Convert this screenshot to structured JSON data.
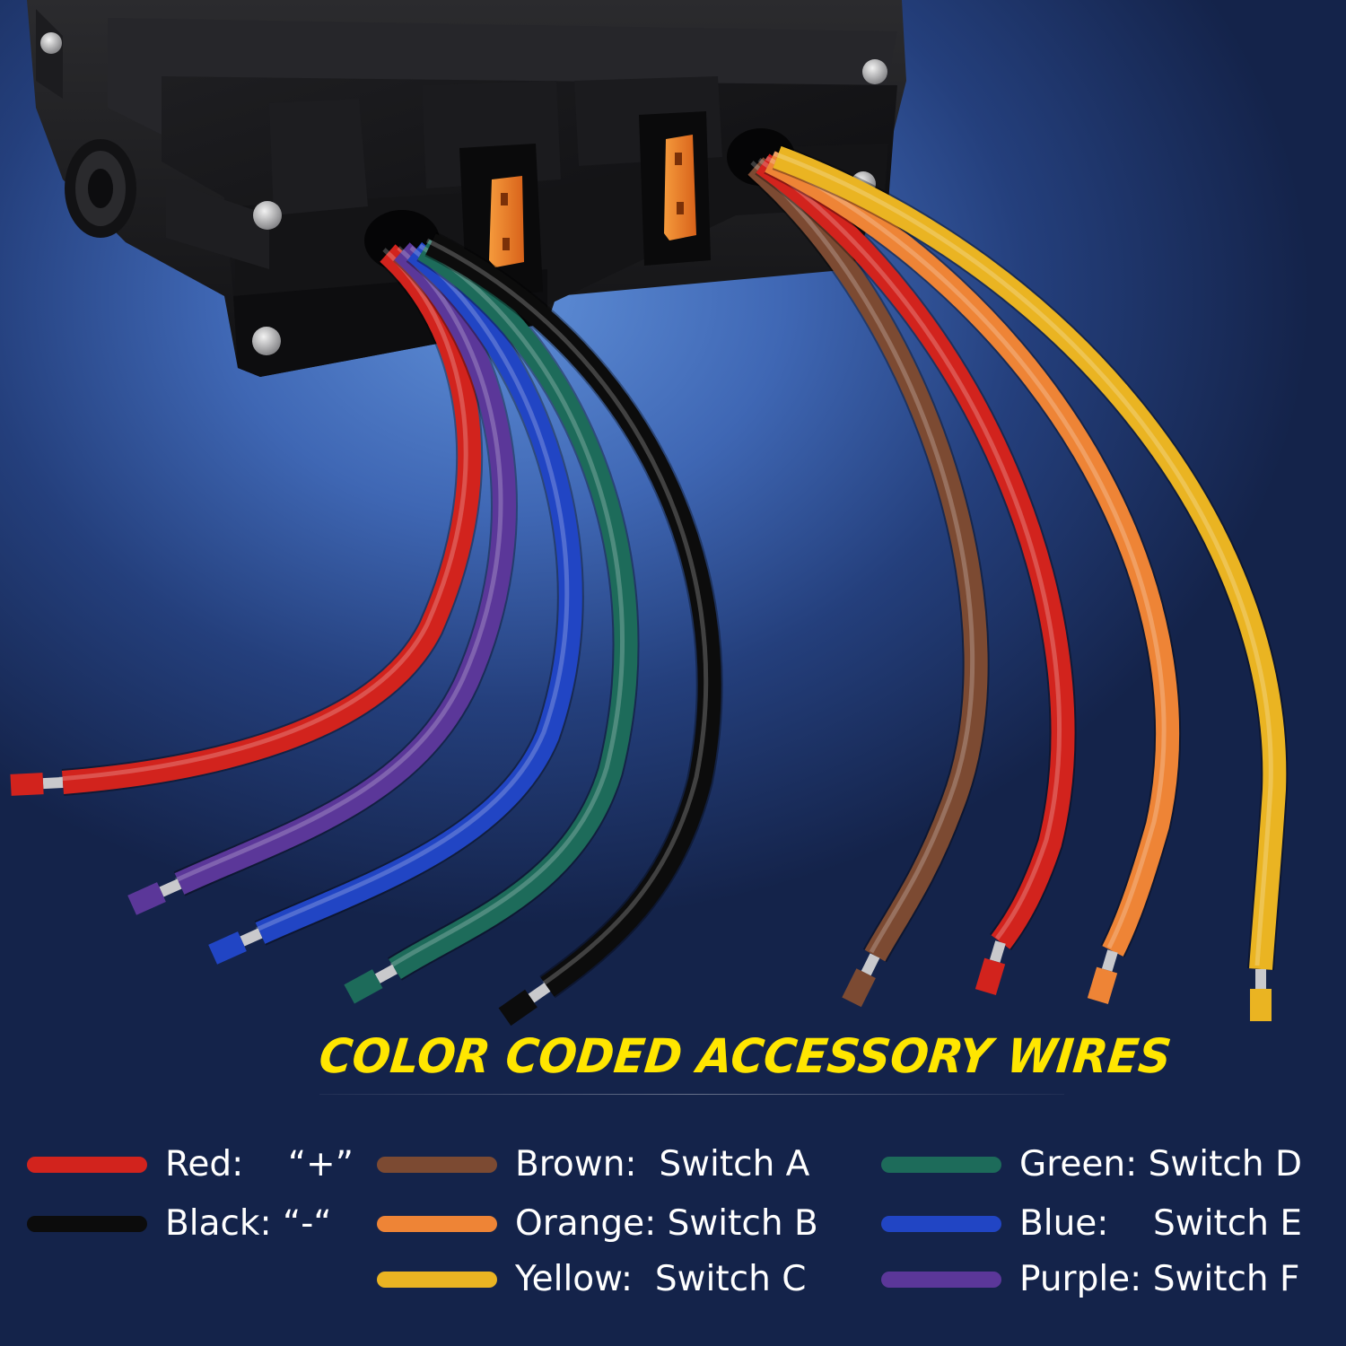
{
  "headline": "COLOR CODED ACCESSORY WIRES",
  "colors": {
    "headline": "#ffe600",
    "background": "#3f67b4",
    "housing": "#1a1a1c",
    "fuse": "#f07a1c"
  },
  "legend": [
    {
      "label": "Red:    “+”",
      "color": "#d2231d"
    },
    {
      "label": "Black: “-“",
      "color": "#0c0c0c"
    },
    {
      "label": "Brown:  Switch A",
      "color": "#7c4a32"
    },
    {
      "label": "Orange: Switch B",
      "color": "#ee8436"
    },
    {
      "label": "Yellow:  Switch C",
      "color": "#eab422"
    },
    {
      "label": "Green: Switch D",
      "color": "#1d6b5a"
    },
    {
      "label": "Blue:    Switch E",
      "color": "#2145c4"
    },
    {
      "label": "Purple: Switch F",
      "color": "#5b3799"
    }
  ],
  "wires": [
    {
      "name": "red",
      "color": "#d2231d"
    },
    {
      "name": "purple",
      "color": "#5b3799"
    },
    {
      "name": "blue",
      "color": "#2145c4"
    },
    {
      "name": "green",
      "color": "#1d6b5a"
    },
    {
      "name": "black",
      "color": "#0c0c0c"
    },
    {
      "name": "brown",
      "color": "#7c4a32"
    },
    {
      "name": "red",
      "color": "#d2231d"
    },
    {
      "name": "orange",
      "color": "#ee8436"
    },
    {
      "name": "yellow",
      "color": "#eab422"
    }
  ]
}
